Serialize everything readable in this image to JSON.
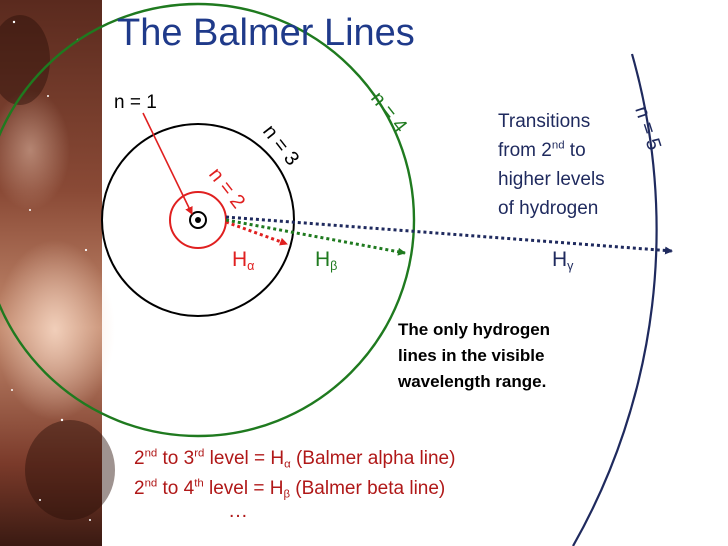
{
  "slide": {
    "title": "The Balmer Lines",
    "nucleus_label": "n = 1",
    "orbit_labels": {
      "n2": "n = 2",
      "n3": "n = 3",
      "n4": "n = 4",
      "n5": "n = 5"
    },
    "line_labels": {
      "alpha": {
        "base": "H",
        "sub": "α"
      },
      "beta": {
        "base": "H",
        "sub": "β"
      },
      "gamma": {
        "base": "H",
        "sub": "γ"
      }
    },
    "note": {
      "line1": "Transitions",
      "line2_a": "from 2",
      "line2_sup": "nd",
      "line2_b": " to",
      "line3": "higher levels",
      "line4": "of hydrogen"
    },
    "emphasis": {
      "line1": "The only hydrogen",
      "line2": "lines in the visible",
      "line3": "wavelength range."
    },
    "levels": [
      {
        "a": "2",
        "a_sup": "nd",
        "mid": " to 3",
        "b_sup": "rd",
        "c": " level = H",
        "c_sub": "α",
        "d": " (Balmer alpha line)"
      },
      {
        "a": "2",
        "a_sup": "nd",
        "mid": " to 4",
        "b_sup": "th",
        "c": " level = H",
        "c_sub": "β",
        "d": " (Balmer beta line)"
      }
    ],
    "ellipsis": "…"
  },
  "colors": {
    "title": "#1f3a8a",
    "n2": "#e02020",
    "n3": "#000000",
    "n4": "#1f7a1f",
    "n5": "#1f2a5e",
    "alpha": "#e02020",
    "beta": "#1f7a1f",
    "gamma": "#1f2a5e",
    "levels_text": "#b01818"
  }
}
